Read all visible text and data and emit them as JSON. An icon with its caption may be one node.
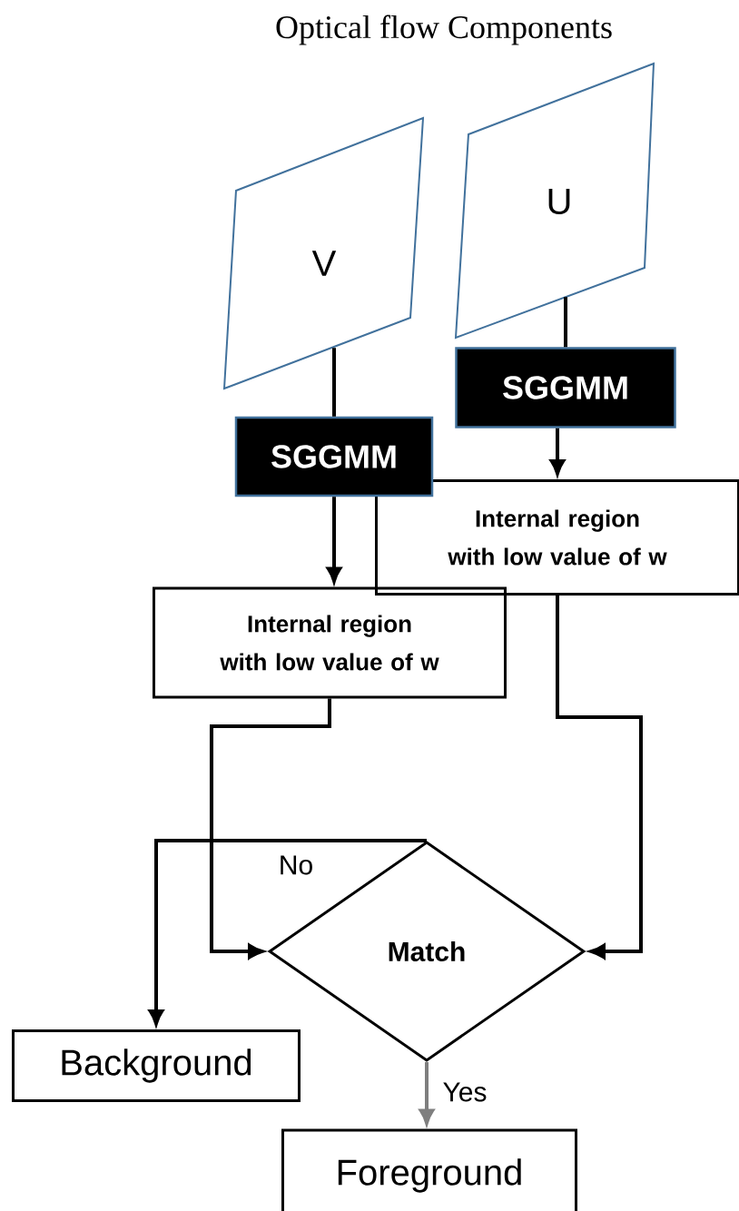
{
  "diagram": {
    "title": "Optical flow Components",
    "nodes": [
      {
        "text": [
          "V"
        ]
      },
      {
        "text": [
          "U"
        ]
      },
      {
        "text": [
          "SGGMM"
        ]
      },
      {
        "text": [
          "Internal region with low value of w"
        ]
      },
      {
        "text": [
          "SGGMM"
        ]
      },
      {
        "text": [
          "Internal region with low value of w"
        ]
      },
      {
        "text": [
          "Match"
        ]
      },
      {
        "text": [
          "Background"
        ]
      },
      {
        "text": [
          "Foreground"
        ]
      }
    ],
    "edges": [
      {
        "from": 0,
        "to": 4,
        "arrow": "none"
      },
      {
        "from": 1,
        "to": 2,
        "arrow": "none"
      },
      {
        "from": 2,
        "to": 3,
        "arrow": "to"
      },
      {
        "from": 4,
        "to": 5,
        "arrow": "to"
      },
      {
        "from": 5,
        "to": 6,
        "arrow": "to"
      },
      {
        "from": 3,
        "to": 6,
        "arrow": "to"
      },
      {
        "from": 6,
        "to": 7,
        "arrow": "to",
        "label": "No"
      },
      {
        "from": 6,
        "to": 8,
        "arrow": "to",
        "label": "Yes",
        "color": "#7f7f7f"
      }
    ]
  }
}
